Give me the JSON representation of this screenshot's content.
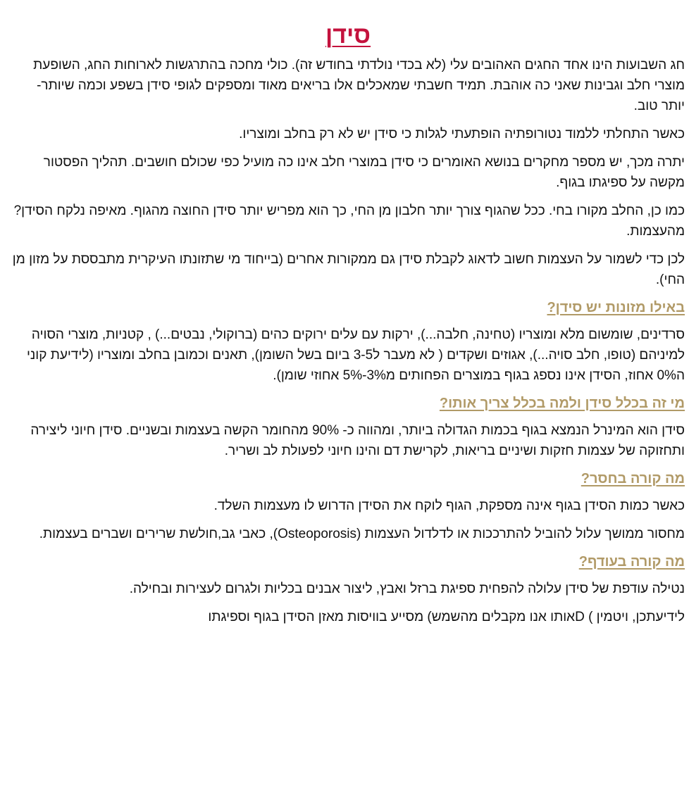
{
  "title": "סידן",
  "intro": [
    "חג השבועות הינו אחד החגים האהובים עלי (לא בכדי נולדתי בחודש זה). כולי מחכה בהתרגשות לארוחות החג, השופעת מוצרי חלב וגבינות שאני כה אוהבת. תמיד חשבתי שמאכלים אלו בריאים מאוד ומספקים לגופי סידן בשפע וכמה שיותר- יותר טוב.",
    "כאשר התחלתי ללמוד נטורופתיה הופתעתי לגלות כי סידן יש לא רק בחלב ומוצריו.",
    "יתרה מכך, יש מספר מחקרים בנושא האומרים כי סידן במוצרי חלב אינו כה מועיל כפי שכולם חושבים. תהליך הפסטור מקשה על ספיגתו בגוף.",
    "כמו כן, החלב מקורו בחי. ככל שהגוף צורך יותר חלבון מן החי, כך הוא מפריש יותר סידן החוצה מהגוף. מאיפה נלקח הסידן? מהעצמות.",
    " לכן כדי לשמור על העצמות חשוב לדאוג לקבלת סידן גם ממקורות אחרים (בייחוד מי שתזונתו העיקרית מתבססת על מזון מן החי)."
  ],
  "sources": {
    "heading": "באילו מזונות יש סידן?",
    "text": "סרדינים, שומשום מלא ומוצריו (טחינה, חלבה...), ירקות עם עלים ירוקים כהים (ברוקולי, נבטים...) , קטניות, מוצרי הסויה למיניהם (טופו, חלב סויה...), אגוזים ושקדים ( לא מעבר ל3-5 ביום בשל השומן), תאנים וכמובן בחלב ומוצריו (לידיעת קוני ה0% אחוז, הסידן אינו נספג בגוף במוצרים הפחותים מ3%-5% אחוזי שומן)."
  },
  "what": {
    "heading": "מי זה בכלל סידן ולמה בכלל צריך אותו?",
    "text": "סידן הוא המינרל הנמצא בגוף בכמות הגדולה ביותר, ומהווה כ- 90% מהחומר הקשה בעצמות ובשניים. סידן חיוני ליצירה ותחזוקה של עצמות חזקות ושיניים בריאות, לקרישת דם והינו חיוני לפעולת לב ושריר."
  },
  "deficiency": {
    "heading": "מה קורה בחסר?",
    "text1": "כאשר כמות הסידן בגוף אינה מספקת, הגוף לוקח את הסידן הדרוש לו מעצמות השלד.",
    "text2": "מחסור ממושך עלול להוביל להתרככות או לדלדול העצמות (Osteoporosis), כאבי גב,חולשת שרירים ושברים בעצמות."
  },
  "excess": {
    "heading": "מה קורה בעודף?",
    "text1": "נטילה עודפת של סידן עלולה להפחית ספיגת ברזל ואבץ, ליצור אבנים בכליות ולגרום לעצירות ובחילה.",
    "text2": "לידיעתכן, ויטמין ) Dאותו אנו מקבלים מהשמש) מסייע בוויסות מאזן הסידן בגוף וספיגתו"
  },
  "colors": {
    "title": "#c4123d",
    "heading": "#b19a67",
    "text": "#111111"
  }
}
